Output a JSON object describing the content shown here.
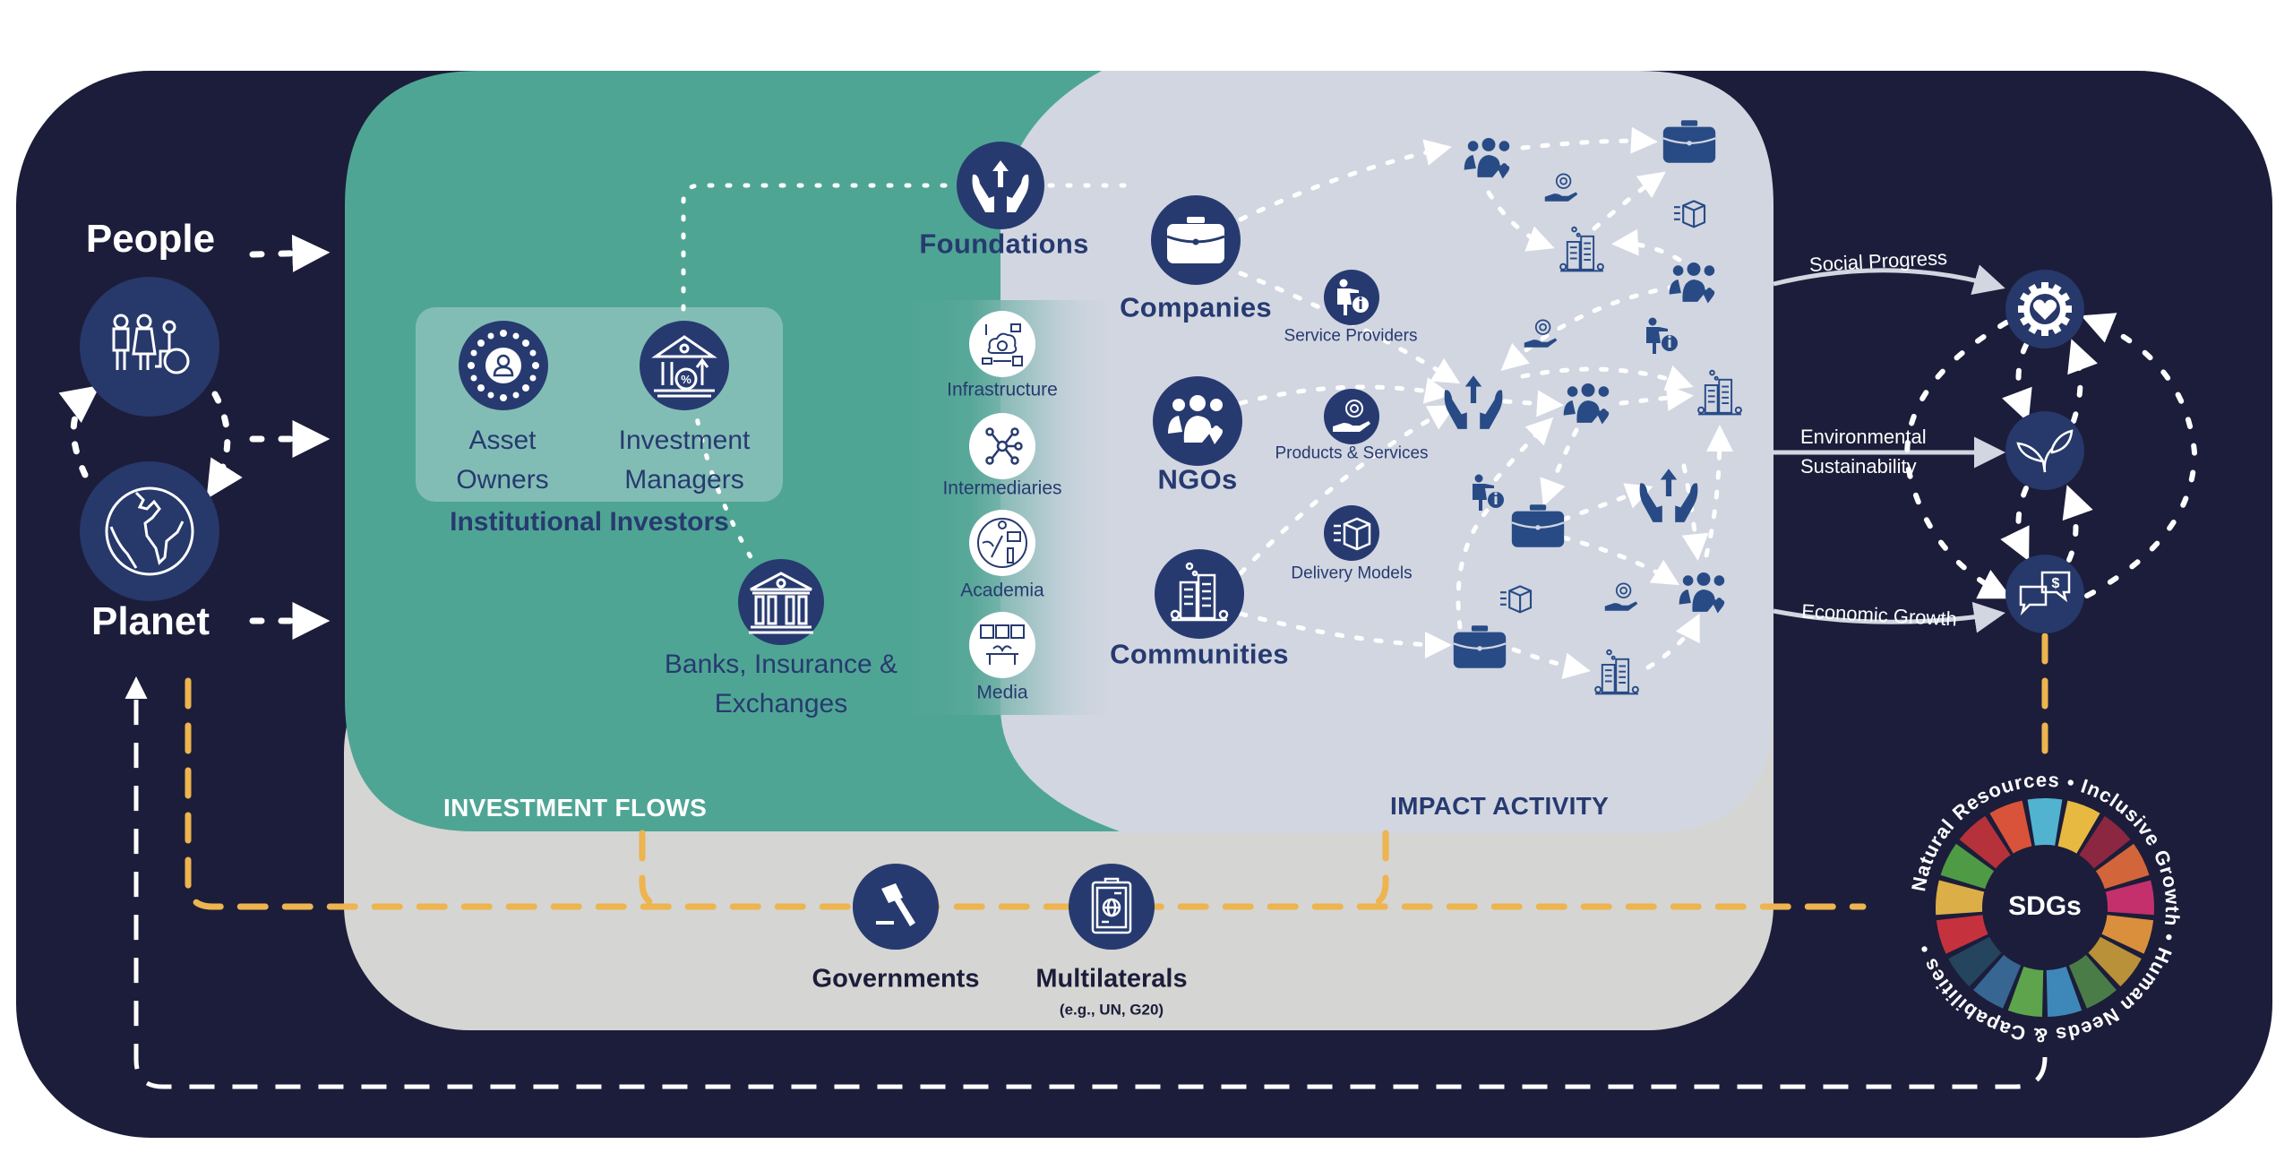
{
  "colors": {
    "outer_panel": "#1c1d3a",
    "investment_panel": "#4fa594",
    "impact_panel": "#d1d6e1",
    "government_panel": "#d5d5d3",
    "institutional_box": "#82bdb5",
    "icon_navy": "#273a70",
    "icon_blue": "#284b86",
    "people_planet_circle": "#27386a",
    "policy_line": "#edb44f",
    "flow_line": "#ffffff"
  },
  "inputs": {
    "people": {
      "label": "People",
      "icon": "people-diversity-icon"
    },
    "planet": {
      "label": "Planet",
      "icon": "globe-icon"
    }
  },
  "investment_flows": {
    "section_label": "INVESTMENT FLOWS",
    "institutional_investors": {
      "group_label": "Institutional Investors",
      "members": [
        {
          "label_line1": "Asset",
          "label_line2": "Owners",
          "icon": "asset-owner-network-icon"
        },
        {
          "label_line1": "Investment",
          "label_line2": "Managers",
          "icon": "bank-growth-icon"
        }
      ]
    },
    "banks": {
      "label_line1": "Banks, Insurance &",
      "label_line2": "Exchanges",
      "icon": "bank-building-icon"
    },
    "foundations": {
      "label": "Foundations",
      "icon": "hands-giving-icon"
    }
  },
  "enablers": [
    {
      "label": "Infrastructure",
      "icon": "infrastructure-cloud-icon"
    },
    {
      "label": "Intermediaries",
      "icon": "network-hub-icon"
    },
    {
      "label": "Academia",
      "icon": "academia-icon"
    },
    {
      "label": "Media",
      "icon": "media-press-icon"
    }
  ],
  "impact_activity": {
    "section_label": "IMPACT ACTIVITY",
    "actors": [
      {
        "label": "Companies",
        "icon": "briefcase-icon"
      },
      {
        "label": "NGOs",
        "icon": "people-heart-icon"
      },
      {
        "label": "Communities",
        "icon": "city-buildings-icon"
      }
    ],
    "mechanisms": [
      {
        "label": "Service Providers",
        "icon": "person-info-icon"
      },
      {
        "label": "Products & Services",
        "icon": "hand-gear-icon"
      },
      {
        "label": "Delivery Models",
        "icon": "delivery-box-icon"
      }
    ]
  },
  "policy": {
    "governments": {
      "label": "Governments",
      "icon": "gavel-icon"
    },
    "multilaterals": {
      "label": "Multilaterals",
      "note": "(e.g., UN, G20)",
      "icon": "passport-globe-icon"
    }
  },
  "outcomes": [
    {
      "label": "Social Progress",
      "icon": "gear-heart-icon"
    },
    {
      "label_line1": "Environmental",
      "label_line2": "Sustainability",
      "icon": "leaves-icon"
    },
    {
      "label": "Economic Growth",
      "icon": "chat-dollar-icon"
    }
  ],
  "sdgs": {
    "center_label": "SDGs",
    "ring_text": "Natural Resources • Inclusive Growth • Human Needs & Capabilities •",
    "segment_colors": [
      "#c5323d",
      "#dcae48",
      "#4e9a45",
      "#b5323a",
      "#d8533a",
      "#52b3d1",
      "#e7b941",
      "#8b2741",
      "#d3653a",
      "#c3306c",
      "#d98f3c",
      "#b89138",
      "#4a7c48",
      "#3e87b9",
      "#5da44c",
      "#366691",
      "#25445e"
    ]
  }
}
